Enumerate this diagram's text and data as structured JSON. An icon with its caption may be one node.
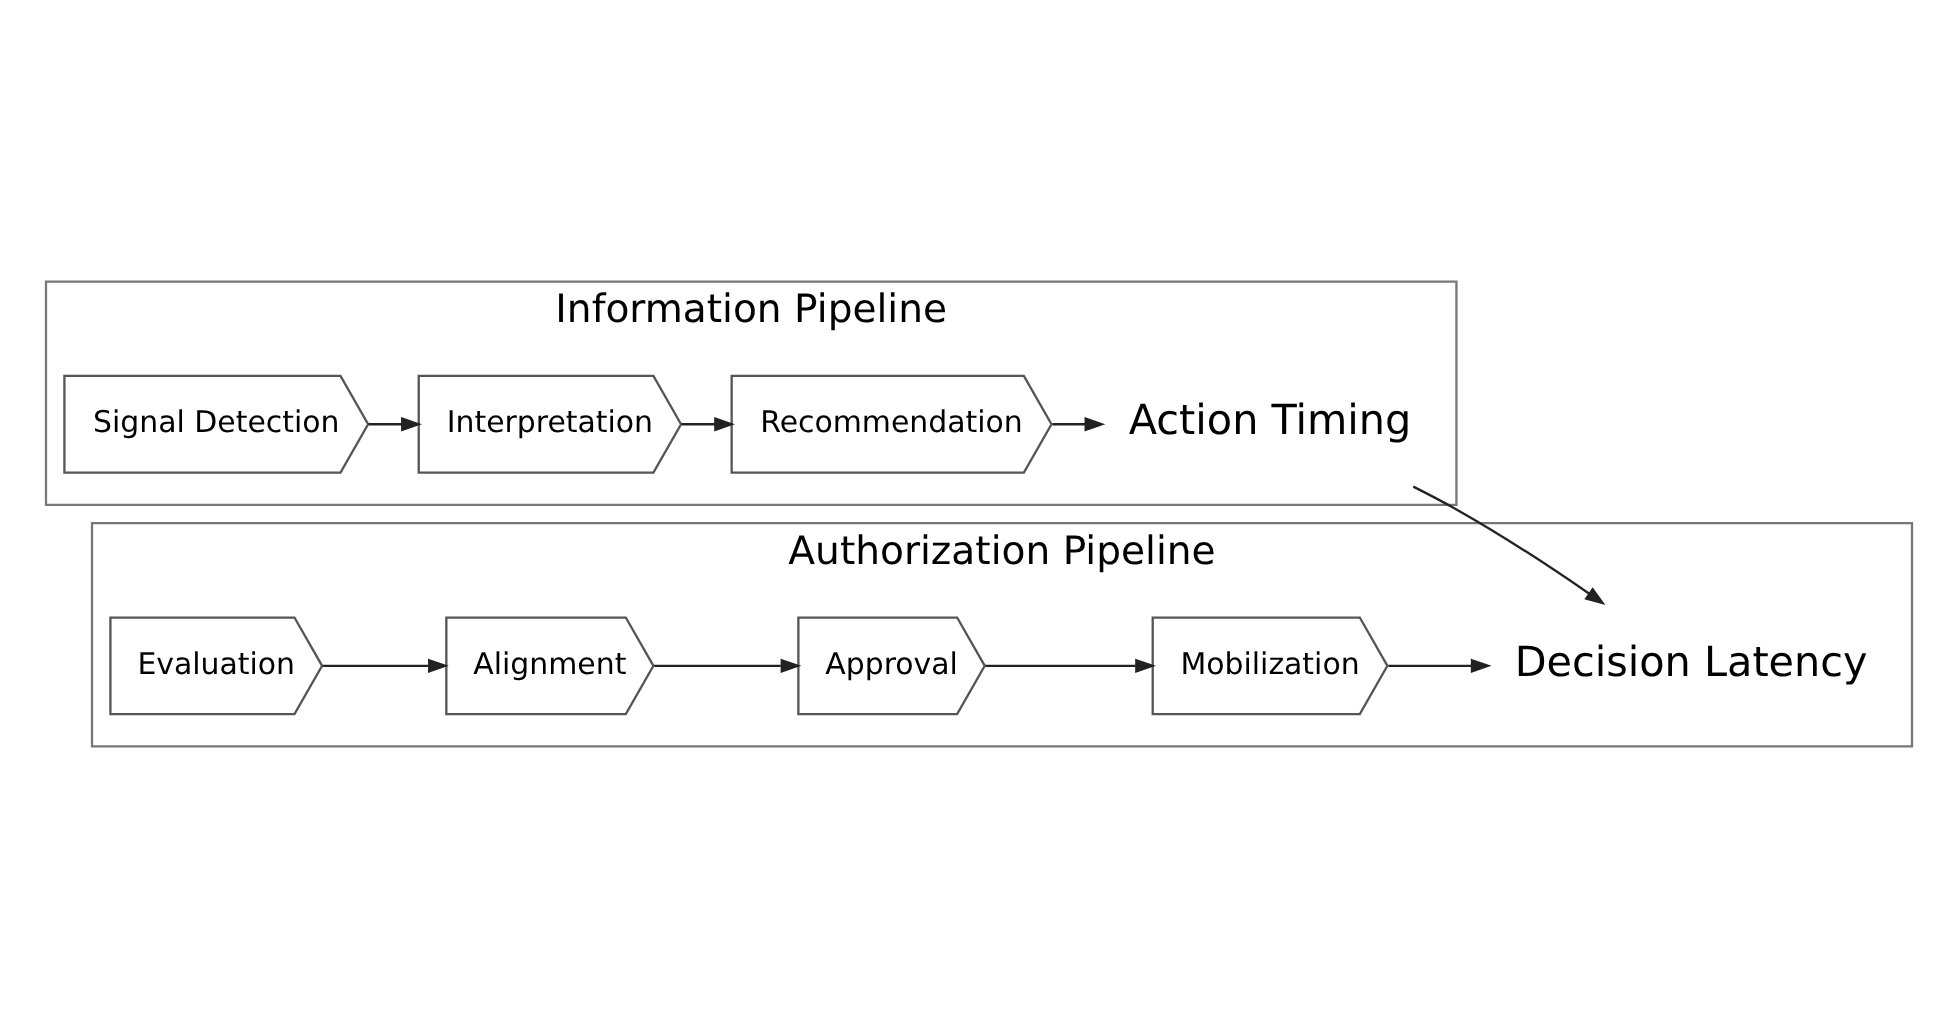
{
  "diagram": {
    "nodes": [
      {
        "text": [
          "Information Pipeline"
        ]
      },
      {
        "text": [
          "Signal Detection"
        ],
        "in": 0
      },
      {
        "text": [
          "Interpretation"
        ],
        "in": 0
      },
      {
        "text": [
          "Recommendation"
        ],
        "in": 0
      },
      {
        "text": [
          "Action Timing"
        ],
        "in": 0
      },
      {
        "text": [
          "Authorization Pipeline"
        ]
      },
      {
        "text": [
          "Evaluation"
        ],
        "in": 5
      },
      {
        "text": [
          "Alignment"
        ],
        "in": 5
      },
      {
        "text": [
          "Approval"
        ],
        "in": 5
      },
      {
        "text": [
          "Mobilization"
        ],
        "in": 5
      },
      {
        "text": [
          "Decision Latency"
        ],
        "in": 5
      }
    ],
    "edges": [
      {
        "from": 1,
        "to": 2,
        "arrow": "to"
      },
      {
        "from": 2,
        "to": 3,
        "arrow": "to"
      },
      {
        "from": 3,
        "to": 4,
        "arrow": "to"
      },
      {
        "from": 4,
        "to": 10,
        "arrow": "to"
      },
      {
        "from": 6,
        "to": 7,
        "arrow": "to"
      },
      {
        "from": 7,
        "to": 8,
        "arrow": "to"
      },
      {
        "from": 8,
        "to": 9,
        "arrow": "to"
      },
      {
        "from": 9,
        "to": 10,
        "arrow": "to"
      }
    ]
  }
}
